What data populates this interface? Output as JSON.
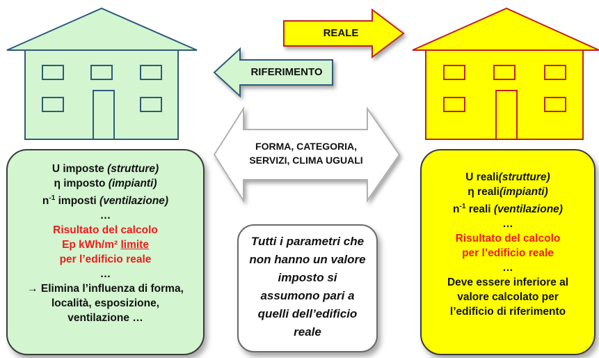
{
  "colors": {
    "left_fill": "#d3f5d0",
    "right_fill": "#ffff00",
    "red_text": "#ee1c1c"
  },
  "arrows": {
    "reale": "REALE",
    "riferimento": "RIFERIMENTO",
    "center": [
      "FORMA, CATEGORIA,",
      "SERVIZI, CLIMA UGUALI"
    ]
  },
  "left_box": {
    "l1_main": "U imposte ",
    "l1_it": "(strutture)",
    "l2_main": "η imposto ",
    "l2_it": "(impianti)",
    "l3_n": "n",
    "l3_sup": "-1",
    "l3_main": " imposti ",
    "l3_it": "(ventilazione)",
    "ellipsis1": "…",
    "r1": "Risultato del calcolo",
    "r2_main": "Ep kWh/m² ",
    "r2_ul": "limite",
    "r3": "per l’edificio reale",
    "ellipsis2": "…",
    "e1": "→ Elimina l’influenza di forma,",
    "e2": "località, esposizione,",
    "e3": "ventilazione …"
  },
  "center_box": {
    "lines": [
      "Tutti i parametri che",
      "non hanno un valore",
      "imposto si",
      "assumono pari a",
      "quelli dell’edificio",
      "reale"
    ]
  },
  "right_box": {
    "l1_main": "U reali",
    "l1_it": "(strutture)",
    "l2_main": "η reali",
    "l2_it": "(impianti)",
    "l3_n": "n",
    "l3_sup": "-1",
    "l3_main": " reali ",
    "l3_it": "(ventilazione)",
    "ellipsis1": "…",
    "r1": "Risultato del calcolo",
    "r2": "per l’edificio reale",
    "ellipsis2": "…",
    "d1": "Deve essere inferiore al",
    "d2": "valore calcolato per",
    "d3": "l’edificio di riferimento"
  }
}
